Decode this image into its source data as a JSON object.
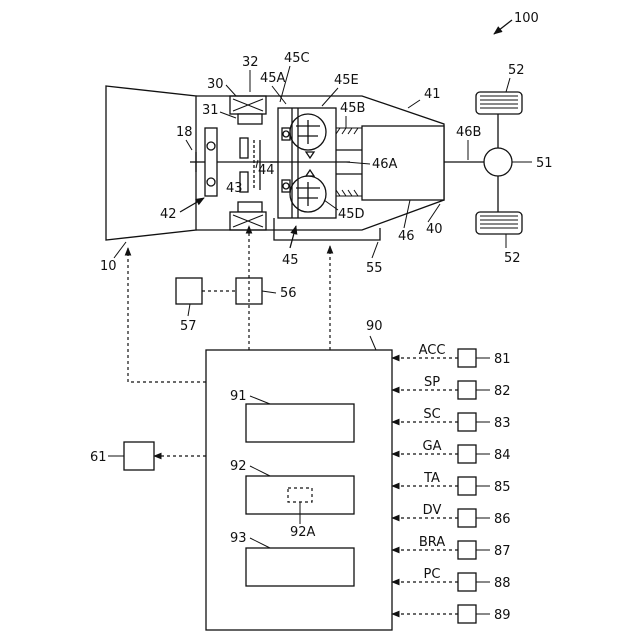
{
  "figure_number": "100",
  "engine_labels": {
    "engine": "10",
    "damper": "18",
    "mg": "30",
    "rotor": "31",
    "stator": "32",
    "clutch_unit": "42",
    "shaft": "43",
    "shaft2": "44"
  },
  "transmission_labels": {
    "case": "40",
    "housing": "41",
    "unit45": "45",
    "unit45A": "45A",
    "unit45B": "45B",
    "unit45C": "45C",
    "unit45D": "45D",
    "unit45E": "45E",
    "gear46": "46",
    "gear46A": "46A",
    "shaft46B": "46B",
    "hydraulic": "55"
  },
  "wheel_labels": {
    "diff": "51",
    "wheel_top": "52",
    "wheel_bottom": "52"
  },
  "control_labels": {
    "ecu": "90",
    "block91": "91",
    "block92": "92",
    "block92A": "92A",
    "block93": "93",
    "valve56": "56",
    "pump57": "57",
    "device61": "61"
  },
  "sensors": [
    {
      "signal": "ACC",
      "ref": "81"
    },
    {
      "signal": "SP",
      "ref": "82"
    },
    {
      "signal": "SC",
      "ref": "83"
    },
    {
      "signal": "GA",
      "ref": "84"
    },
    {
      "signal": "TA",
      "ref": "85"
    },
    {
      "signal": "DV",
      "ref": "86"
    },
    {
      "signal": "BRA",
      "ref": "87"
    },
    {
      "signal": "PC",
      "ref": "88"
    },
    {
      "signal": "",
      "ref": "89"
    }
  ]
}
